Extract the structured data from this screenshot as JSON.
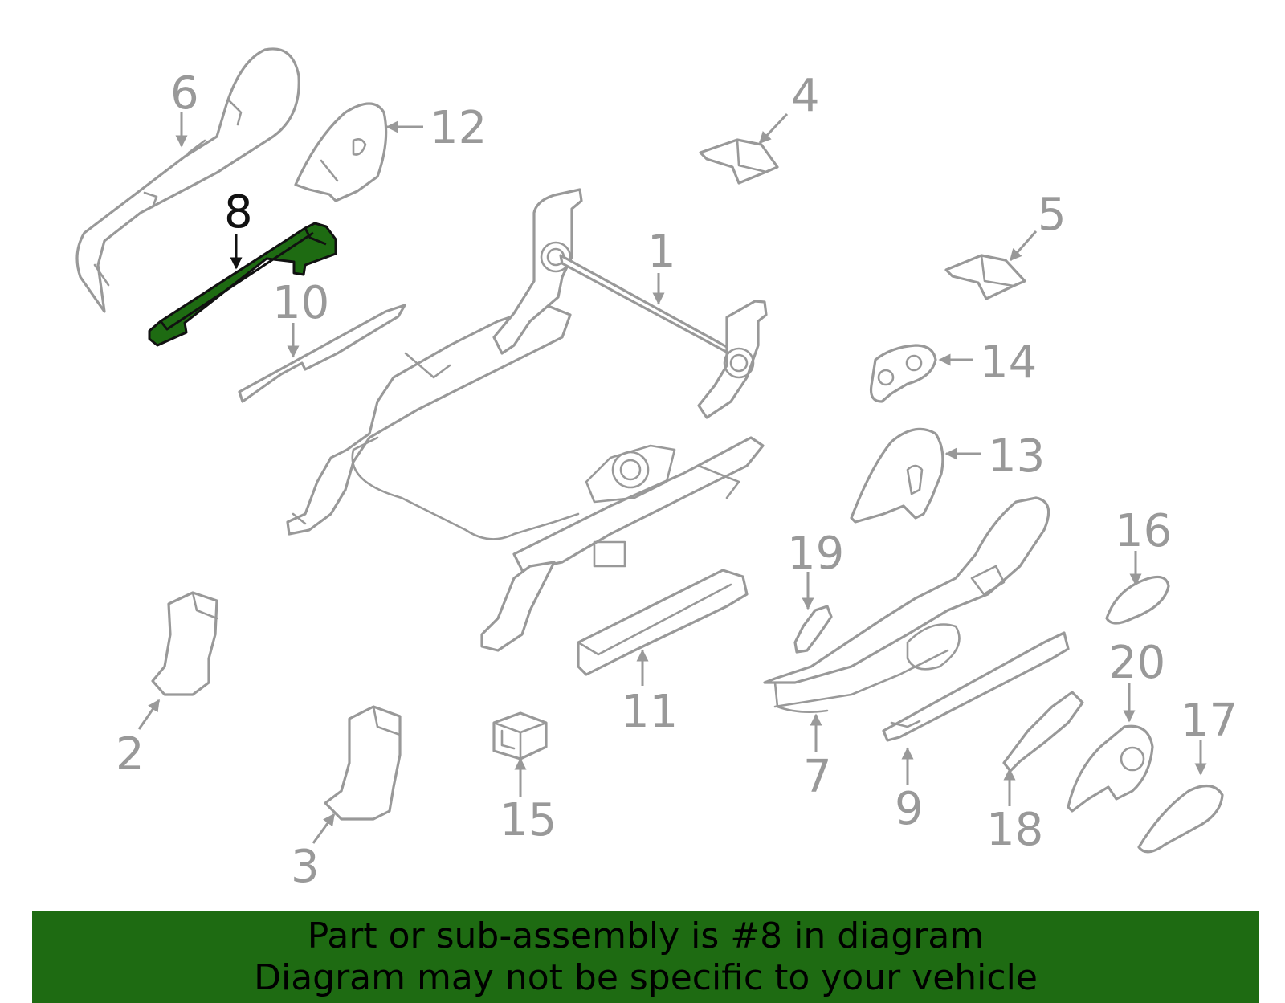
{
  "colors": {
    "highlight": "#1e6b12",
    "part_stroke": "#999999",
    "banner_bg": "#1e6b12",
    "banner_text": "#000000",
    "selected_label": "#111111"
  },
  "diagram": {
    "selected_part": "8",
    "callouts": [
      "1",
      "2",
      "3",
      "4",
      "5",
      "6",
      "7",
      "8",
      "9",
      "10",
      "11",
      "12",
      "13",
      "14",
      "15",
      "16",
      "17",
      "18",
      "19",
      "20"
    ]
  },
  "banner": {
    "line1": "Part or sub-assembly is #8 in diagram",
    "line2": "Diagram may not be specific to your vehicle"
  }
}
